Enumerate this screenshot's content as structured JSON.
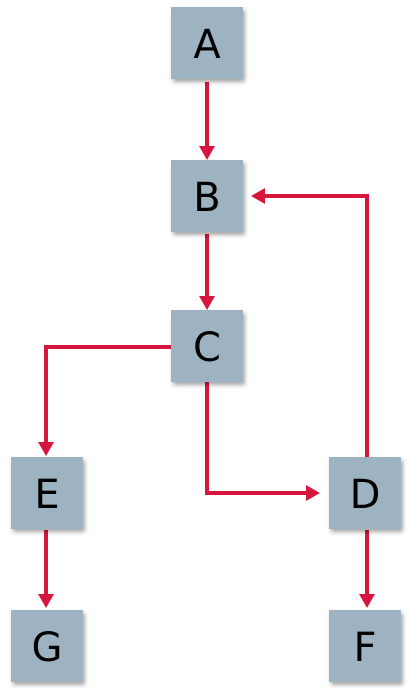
{
  "diagram": {
    "colors": {
      "node_fill": "#9eb3c2",
      "edge": "#d6163d",
      "label": "#000000",
      "background": "#ffffff"
    },
    "nodes": [
      {
        "id": "A",
        "label": "A"
      },
      {
        "id": "B",
        "label": "B"
      },
      {
        "id": "C",
        "label": "C"
      },
      {
        "id": "D",
        "label": "D"
      },
      {
        "id": "E",
        "label": "E"
      },
      {
        "id": "F",
        "label": "F"
      },
      {
        "id": "G",
        "label": "G"
      }
    ],
    "edges": [
      {
        "from": "A",
        "to": "B"
      },
      {
        "from": "B",
        "to": "C"
      },
      {
        "from": "C",
        "to": "E"
      },
      {
        "from": "C",
        "to": "D"
      },
      {
        "from": "D",
        "to": "B"
      },
      {
        "from": "E",
        "to": "G"
      },
      {
        "from": "D",
        "to": "F"
      }
    ]
  }
}
